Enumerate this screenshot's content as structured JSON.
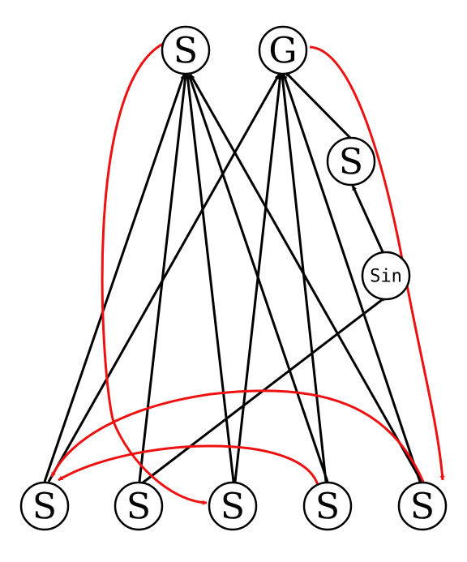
{
  "colors": {
    "node_stroke": "#000000",
    "black_edge": "#000000",
    "red_edge": "#ee1111"
  },
  "nodes": {
    "top_s": "S",
    "top_g": "G",
    "mid_s": "S",
    "sin": "Sin",
    "b1": "S",
    "b2": "S",
    "b3": "S",
    "b4": "S",
    "b5": "S"
  },
  "edges": [
    {
      "from": "b1",
      "to": "top_s",
      "color": "black"
    },
    {
      "from": "b2",
      "to": "top_s",
      "color": "black"
    },
    {
      "from": "b3",
      "to": "top_s",
      "color": "black"
    },
    {
      "from": "b4",
      "to": "top_s",
      "color": "black"
    },
    {
      "from": "b5",
      "to": "top_s",
      "color": "black"
    },
    {
      "from": "b1",
      "to": "top_g",
      "color": "black"
    },
    {
      "from": "b3",
      "to": "top_g",
      "color": "black"
    },
    {
      "from": "b4",
      "to": "top_g",
      "color": "black"
    },
    {
      "from": "b5",
      "to": "top_g",
      "color": "black"
    },
    {
      "from": "mid_s",
      "to": "top_g",
      "color": "black"
    },
    {
      "from": "sin",
      "to": "mid_s",
      "color": "black"
    },
    {
      "from": "b2",
      "to": "sin",
      "color": "black"
    },
    {
      "from": "top_s",
      "to": "b3",
      "color": "red"
    },
    {
      "from": "top_g",
      "to": "b5",
      "color": "red"
    },
    {
      "from": "b4",
      "to": "b1",
      "color": "red"
    },
    {
      "from": "b5",
      "to": "b1",
      "color": "red"
    }
  ]
}
